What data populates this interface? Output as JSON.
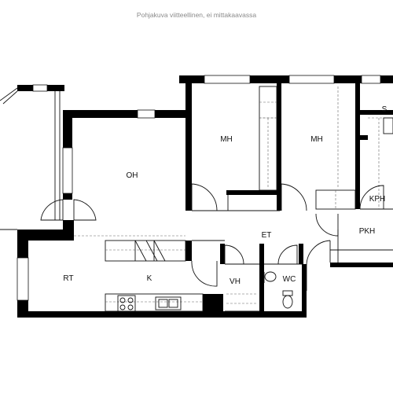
{
  "caption": "Pohjakuva viitteellinen, ei mittakaavassa",
  "rooms": {
    "oh": "OH",
    "mh1": "MH",
    "mh2": "MH",
    "s": "S",
    "kph": "KPH",
    "et": "ET",
    "pkh": "PKH",
    "rt": "RT",
    "k": "K",
    "vh": "VH",
    "wc": "WC"
  }
}
